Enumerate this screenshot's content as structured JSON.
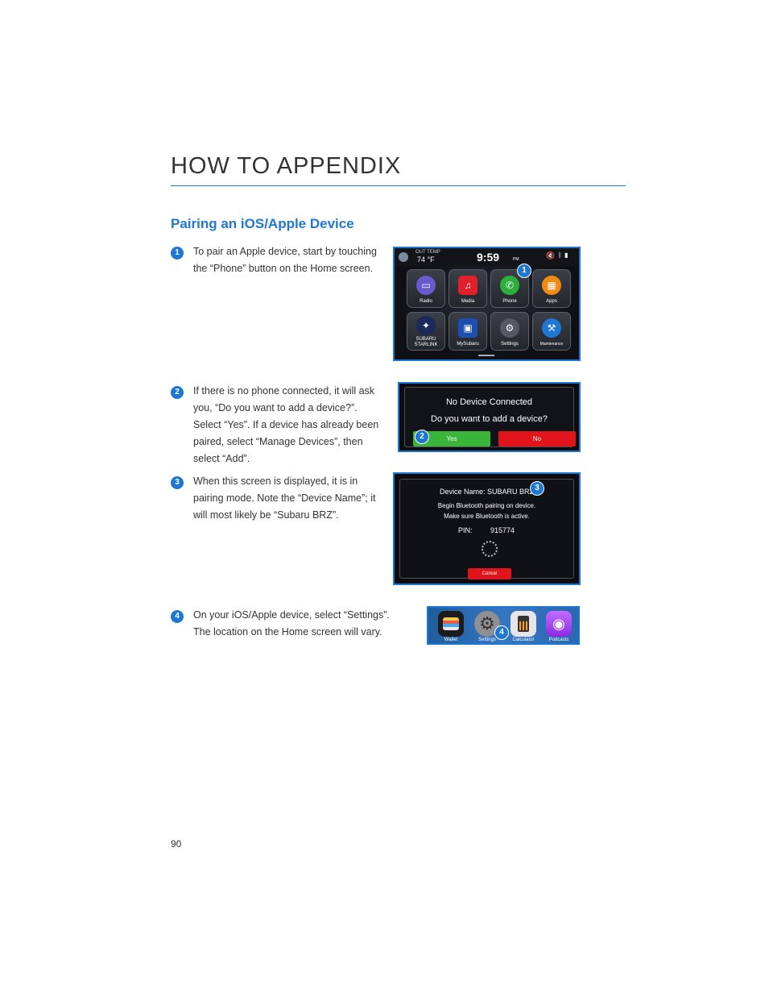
{
  "header": {
    "title": "HOW TO APPENDIX"
  },
  "section": {
    "title": "Pairing an iOS/Apple Device"
  },
  "steps": [
    {
      "num": "1",
      "text": "To pair an Apple device, start by touching the “Phone” button on the Home screen."
    },
    {
      "num": "2",
      "text": "If there is no phone connected, it will ask you, “Do you want to add a device?”. Select “Yes”. If a device has already been paired, select “Manage Devices”, then select “Add”."
    },
    {
      "num": "3",
      "text": "When this screen is displayed, it is in pairing mode. Note the “Device Name”; it will most likely be “Subaru BRZ”."
    },
    {
      "num": "4",
      "text": "On your iOS/Apple device, select “Settings”. The location on the Home screen will vary."
    }
  ],
  "home_screen": {
    "out_temp_label": "OUT TEMP",
    "out_temp": "74 °F",
    "time": "9:59",
    "ampm": "PM",
    "tiles": [
      {
        "label": "Radio",
        "icon": "radio-icon",
        "color": "#6a5acd",
        "glyph": "▭"
      },
      {
        "label": "Media",
        "icon": "media-icon",
        "color": "#e0202a",
        "glyph": "♫"
      },
      {
        "label": "Phone",
        "icon": "phone-icon",
        "color": "#2eae3a",
        "glyph": "✆"
      },
      {
        "label": "Apps",
        "icon": "apps-icon",
        "color": "#f08a12",
        "glyph": "▦"
      },
      {
        "label": "SUBARU\nSTARLINK",
        "icon": "starlink-icon",
        "color": "#1a2a5a",
        "glyph": "✦"
      },
      {
        "label": "MySubaru",
        "icon": "mysubaru-icon",
        "color": "#1d4fb0",
        "glyph": "▣"
      },
      {
        "label": "Settings",
        "icon": "gear-icon",
        "color": "#555a62",
        "glyph": "⚙"
      },
      {
        "label": "Maintenance",
        "icon": "wrench-icon",
        "color": "#1f77d4",
        "glyph": "🔧"
      }
    ],
    "badge": "1"
  },
  "no_device": {
    "title": "No Device Connected",
    "question": "Do you want to add a device?",
    "yes": "Yes",
    "no": "No",
    "badge": "2"
  },
  "pairing": {
    "device_name": "Device Name: SUBARU BRZ",
    "line1": "Begin Bluetooth pairing on device.",
    "line2": "Make sure Bluetooth is active.",
    "pin_label": "PIN:",
    "pin": "915774",
    "cancel": "Cancel",
    "badge": "3"
  },
  "ios": {
    "apps": [
      {
        "label": "Wallet",
        "icon": "wallet-icon"
      },
      {
        "label": "Settings",
        "icon": "settings-gear-icon"
      },
      {
        "label": "Calculator",
        "icon": "calculator-icon"
      },
      {
        "label": "Podcasts",
        "icon": "podcasts-icon"
      }
    ],
    "badge": "4"
  },
  "footer": {
    "page_number": "90"
  }
}
